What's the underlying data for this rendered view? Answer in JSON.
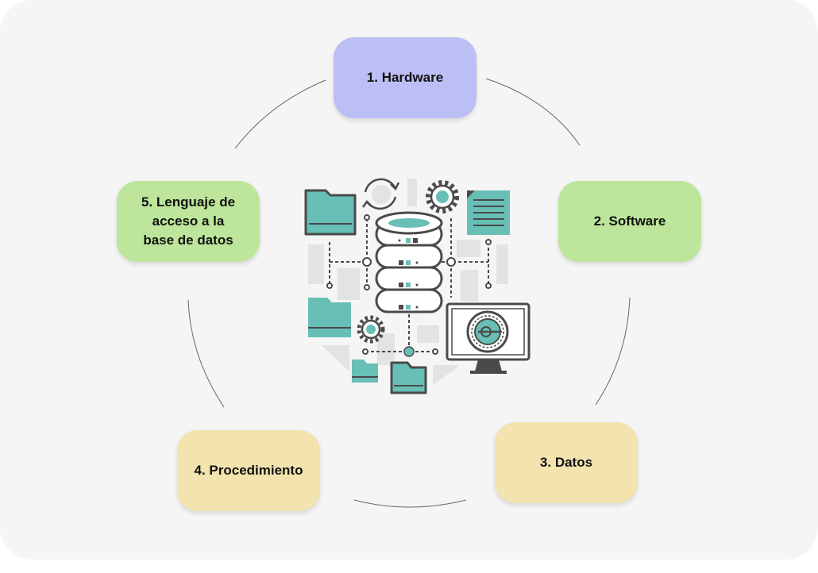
{
  "colors": {
    "background": "#f5f5f5",
    "hardware": "#bcbff5",
    "software": "#bde59b",
    "datos": "#f2e3af",
    "procedimiento": "#f2e3af",
    "lenguaje": "#bde59b",
    "teal": "#67bfb6",
    "outline": "#4a4a4a",
    "ring_line": "#666666"
  },
  "nodes": [
    {
      "id": "hardware",
      "label": "1. Hardware",
      "color": "#bcbff5"
    },
    {
      "id": "software",
      "label": "2. Software",
      "color": "#bde59b"
    },
    {
      "id": "datos",
      "label": "3. Datos",
      "color": "#f2e3af"
    },
    {
      "id": "procedimiento",
      "label": "4. Procedimiento",
      "color": "#f2e3af"
    },
    {
      "id": "lenguaje",
      "label": "5. Lenguaje de\nacceso a la\nbase de datos",
      "color": "#bde59b"
    }
  ],
  "center_icon": "database-server-icon"
}
